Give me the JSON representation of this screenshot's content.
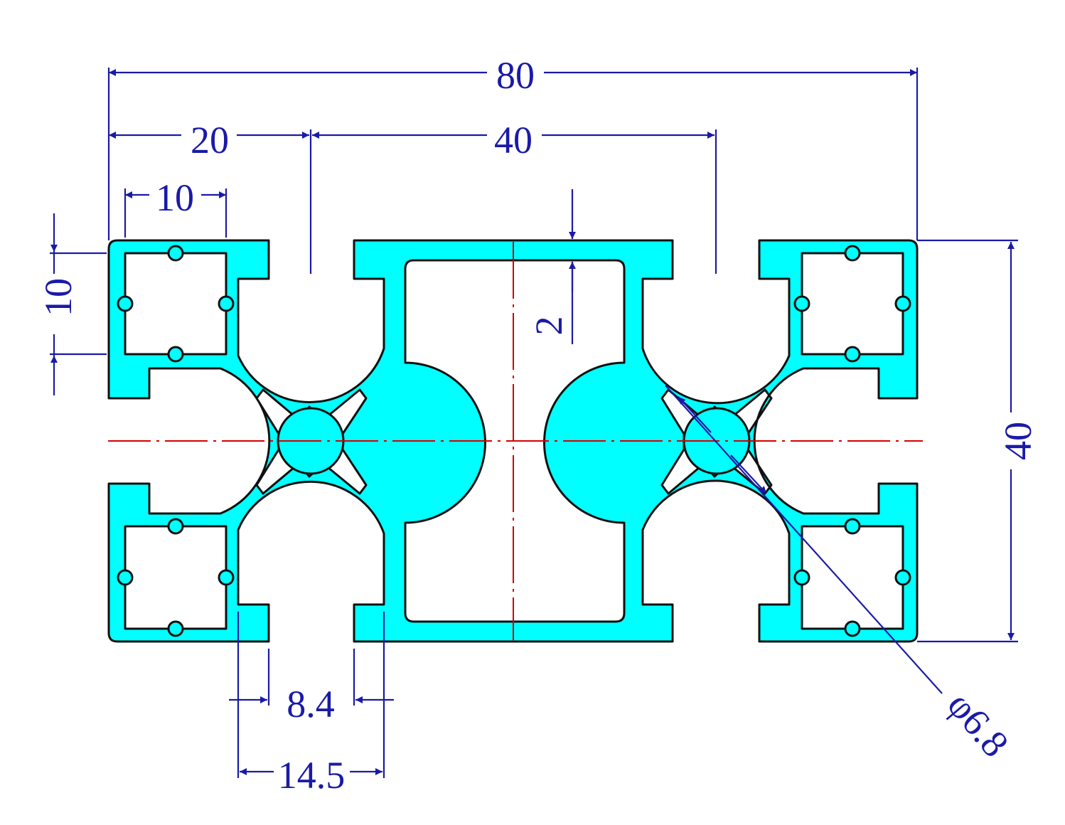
{
  "drawing": {
    "profile_color": "#00ffff",
    "dimension_color": "#1a1aa8",
    "centerline_color": "#d40000",
    "outline_color": "#111111"
  },
  "dimensions": {
    "overall_width": "80",
    "module_width": "20",
    "center_spacing": "40",
    "corner_cell": "10",
    "corner_cell_vertical": "10",
    "wall_thickness": "2",
    "height": "40",
    "slot_opening": "8.4",
    "slot_width": "14.5",
    "core_hole": "φ6.8"
  }
}
